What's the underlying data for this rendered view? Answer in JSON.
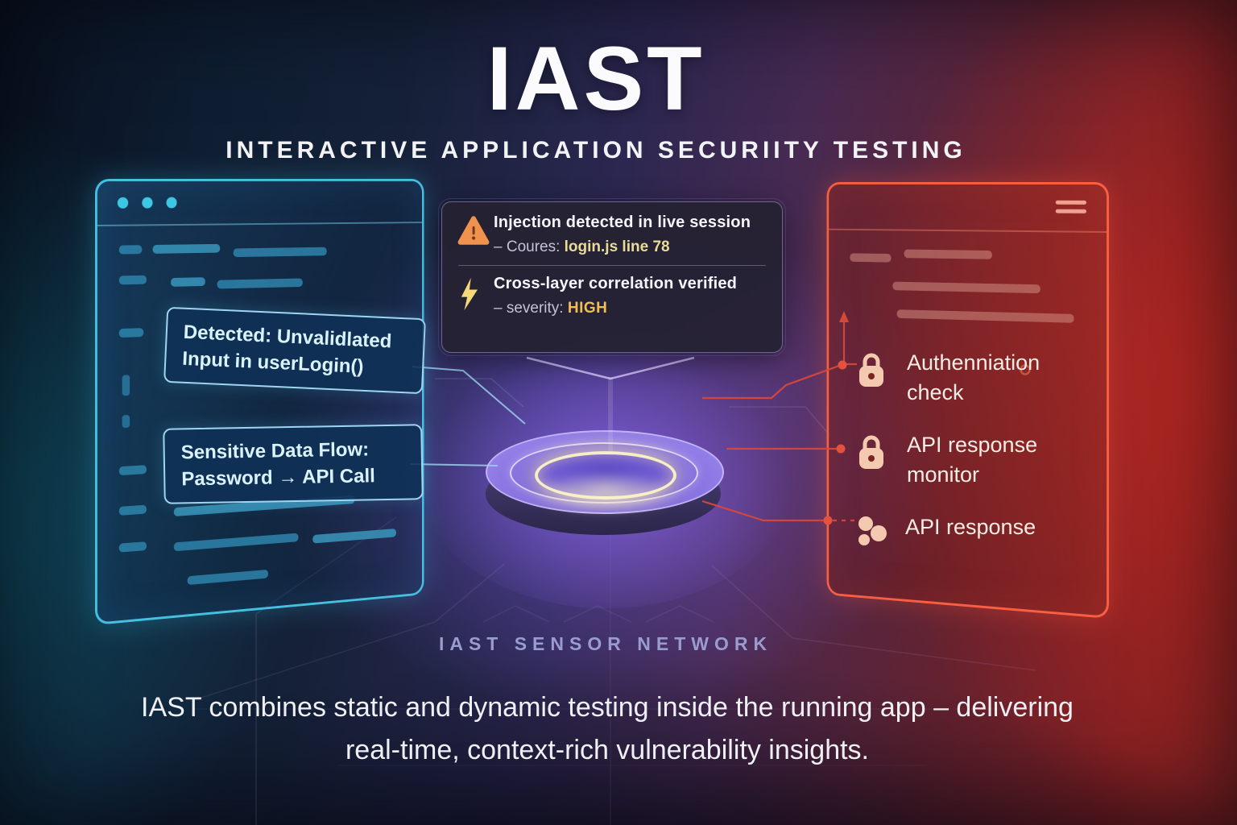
{
  "header": {
    "title": "IAST",
    "subtitle": "INTERACTIVE APPLICATION SECURIITY TESTING"
  },
  "left_window": {
    "callouts": [
      {
        "line1": "Detected: Unvalidlated",
        "line2": "Input in userLogin()"
      },
      {
        "line1": "Sensitive Data Flow:",
        "line2": "Password → API Call"
      }
    ]
  },
  "alert_box": {
    "rows": [
      {
        "icon": "warning-triangle-icon",
        "title": "Injection detected in live session",
        "detail_prefix": "– Coures: ",
        "detail_value": "login.js line 78"
      },
      {
        "icon": "lightning-icon",
        "title": "Cross-layer correlation verified",
        "detail_prefix": "– severity: ",
        "detail_value": "HIGH"
      }
    ]
  },
  "sensor": {
    "label": "IAST SENSOR NETWORK"
  },
  "right_window": {
    "items": [
      {
        "icon": "lock-icon",
        "line1": "Authenniation",
        "line2": "check"
      },
      {
        "icon": "lock-icon",
        "line1": "API response",
        "line2": "monitor"
      },
      {
        "icon": "dots-cluster-icon",
        "line1": "API response",
        "line2": ""
      }
    ]
  },
  "footer": {
    "line1": "IAST combines static and dynamic testing inside the running app – delivering",
    "line2": "real-time, context-rich vulnerability insights."
  },
  "colors": {
    "left_accent": "#3cc7e2",
    "right_accent": "#ff5a45",
    "sensor_glow": "#8a6ae0",
    "warning_orange": "#f0914d",
    "bolt_yellow": "#f3d97a",
    "detail_yellow": "#e9dc96",
    "severity_gold": "#f0be55",
    "connector_red": "#d6483c",
    "connector_blue": "#9ecde9"
  }
}
